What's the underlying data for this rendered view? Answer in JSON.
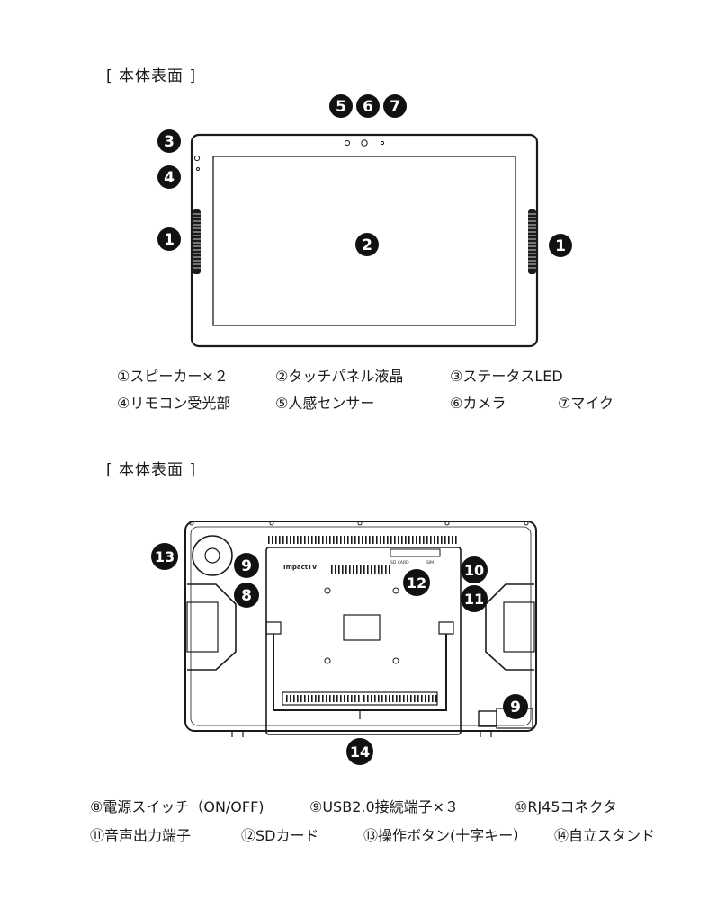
{
  "front": {
    "title": "[ 本体表面 ]",
    "callouts": [
      "5",
      "6",
      "7",
      "3",
      "4",
      "1",
      "2",
      "1"
    ],
    "legend": [
      "①スピーカー×２",
      "②タッチパネル液晶",
      "③ステータスLED",
      "④リモコン受光部",
      "⑤人感センサー",
      "⑥カメラ",
      "⑦マイク"
    ]
  },
  "back": {
    "title": "[ 本体表面 ]",
    "panel_labels": {
      "brand": "ImpactTV",
      "sd_card": "SD CARD",
      "sim": "SIM"
    },
    "callouts": [
      "13",
      "9",
      "8",
      "12",
      "10",
      "11",
      "9",
      "14"
    ],
    "legend": [
      "⑧電源スイッチ（ON/OFF)",
      "⑨USB2.0接続端子×３",
      "⑩RJ45コネクタ",
      "⑪音声出力端子",
      "⑫SDカード",
      "⑬操作ボタン(十字キー）",
      "⑭自立スタンド"
    ]
  },
  "colors": {
    "line": "#1a1a1a",
    "badge": "#111111",
    "background": "#ffffff"
  }
}
